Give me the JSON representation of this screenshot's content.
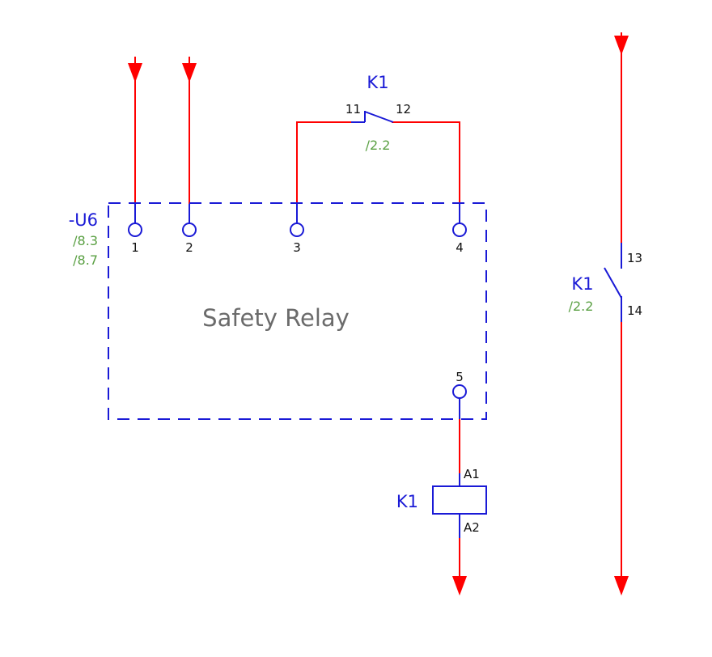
{
  "colors": {
    "wire": "#ff0000",
    "component": "#1a1ad6",
    "reference": "#5aa043",
    "terminal_text": "#111111",
    "box_label": "#6b6b6b"
  },
  "safety_relay": {
    "tag": "-U6",
    "refs": [
      "/8.3",
      "/8.7"
    ],
    "label": "Safety Relay",
    "terminals": [
      "1",
      "2",
      "3",
      "4",
      "5"
    ]
  },
  "k1_nc_contact": {
    "tag": "K1",
    "pin_a": "11",
    "pin_b": "12",
    "ref": "/2.2"
  },
  "k1_no_contact": {
    "tag": "K1",
    "pin_a": "13",
    "pin_b": "14",
    "ref": "/2.2"
  },
  "k1_coil": {
    "tag": "K1",
    "pin_a": "A1",
    "pin_b": "A2"
  }
}
